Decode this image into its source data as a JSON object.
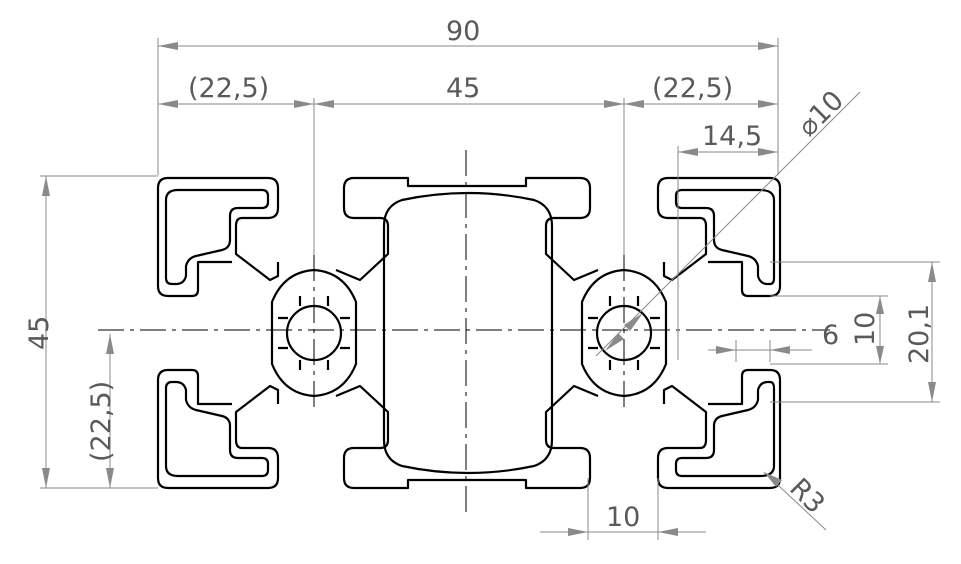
{
  "dimensions": {
    "overall_width": "90",
    "left_offset": "(22,5)",
    "center_spacing": "45",
    "right_offset": "(22,5)",
    "slot_depth": "14,5",
    "bore_diameter": "⌀10",
    "overall_height": "45",
    "vertical_offset": "(22,5)",
    "slot_opening_small": "6",
    "slot_opening": "10",
    "slot_outer": "20,1",
    "bottom_slot_width": "10",
    "corner_radius": "R3"
  },
  "colors": {
    "outline": "#000000",
    "dimension_line": "#8a8a8a",
    "dimension_text": "#5a5a5a",
    "background": "#ffffff"
  }
}
